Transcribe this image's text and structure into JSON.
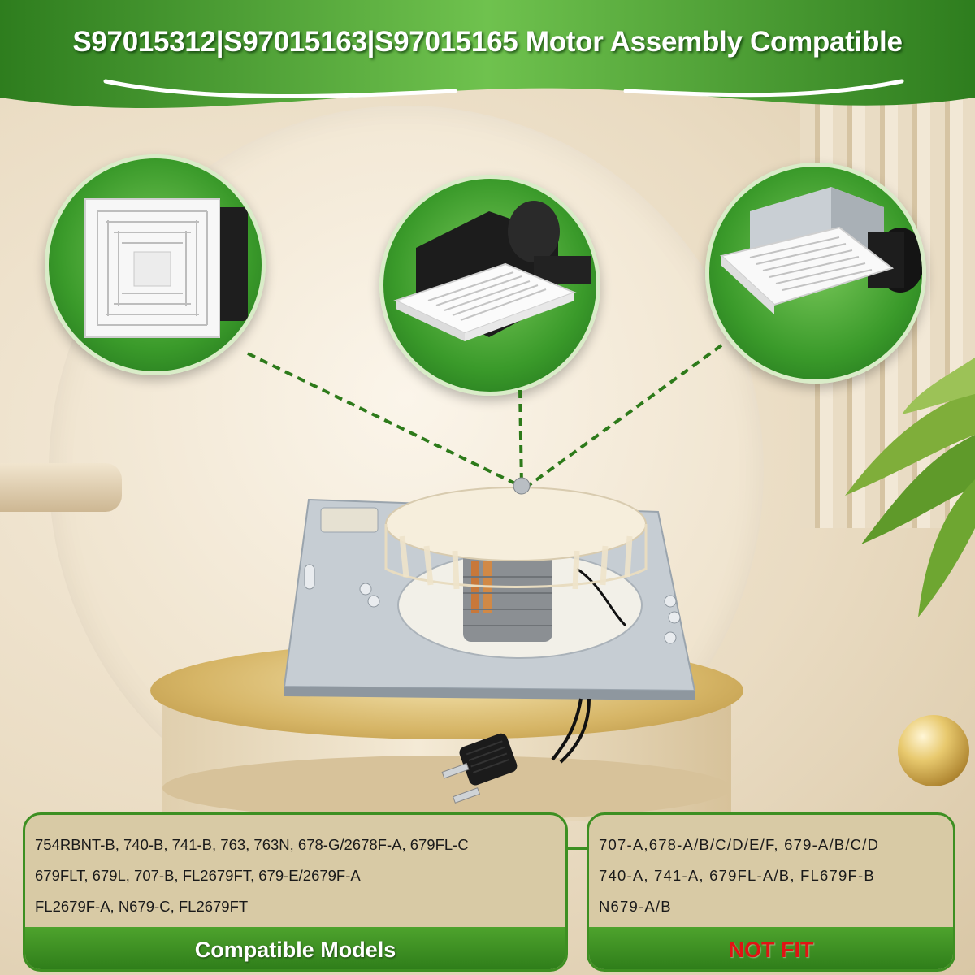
{
  "header": {
    "title": "S97015312|S97015163|S97015165 Motor Assembly Compatible"
  },
  "colors": {
    "brand_green": "#3a9a2a",
    "not_fit_red": "#e01414",
    "box_fill": "#d8caa5"
  },
  "compatible": {
    "lines": [
      "754RBNT-B, 740-B, 741-B, 763, 763N, 678-G/2678F-A, 679FL-C",
      "679FLT, 679L, 707-B, FL2679FT, 679-E/2679F-A",
      "FL2679F-A, N679-C, FL2679FT"
    ],
    "label": "Compatible Models"
  },
  "not_fit": {
    "lines": [
      "707-A,678-A/B/C/D/E/F, 679-A/B/C/D",
      "740-A, 741-A, 679FL-A/B, FL679F-B",
      "N679-A/B"
    ],
    "label": "NOT FIT"
  },
  "icons": {
    "fan_1": "square-grille-fan-icon",
    "fan_2": "ceiling-fan-housing-icon",
    "fan_3": "vent-fan-box-icon",
    "motor": "motor-assembly-icon",
    "plug": "power-plug-icon"
  }
}
